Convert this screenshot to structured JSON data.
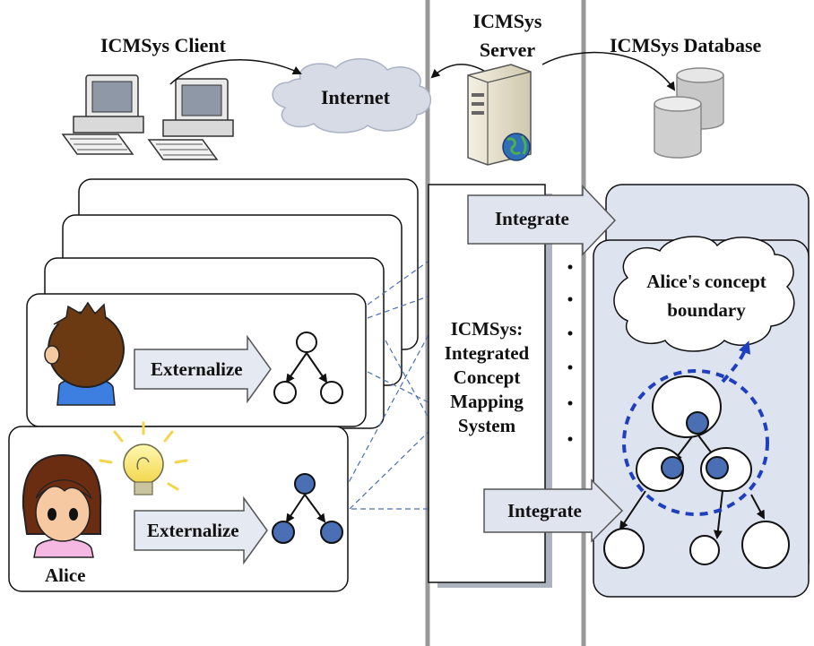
{
  "top": {
    "client_label": "ICMSys Client",
    "internet_label": "Internet",
    "server_label_line1": "ICMSys",
    "server_label_line2": "Server",
    "database_label": "ICMSys Database"
  },
  "server_panel": {
    "line1": "ICMSys:",
    "line2": "Integrated",
    "line3": "Concept",
    "line4": "Mapping",
    "line5": "System"
  },
  "arrows": {
    "externalize_top": "Externalize",
    "externalize_alice": "Externalize",
    "integrate_top": "Integrate",
    "integrate_bottom": "Integrate"
  },
  "alice_name": "Alice",
  "cloud_boundary_line1": "Alice's concept",
  "cloud_boundary_line2": "boundary",
  "colors": {
    "panel_fill": "#dde3ef",
    "node_blue": "#4a6fb5",
    "dashed_blue": "#1f3fbf",
    "arrow_fill": "#e4e9f2",
    "cloud_fill": "#d7dbe6"
  }
}
